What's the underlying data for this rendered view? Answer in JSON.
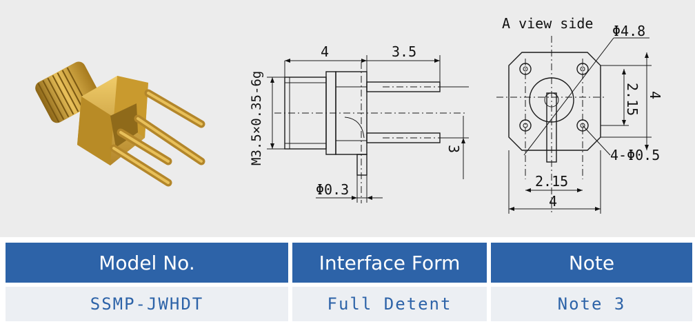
{
  "drawing": {
    "view_title": "A view side",
    "dim_top_left": "4",
    "dim_top_right": "3.5",
    "thread_label": "M3.5×0.35-6g",
    "dim_right_3": "3",
    "pin_dia": "Φ0.3",
    "phi_outer": "Φ4.8",
    "dim_2_15_vertical": "2.15",
    "dim_4_vertical": "4",
    "holes": "4-Φ0.5",
    "dim_2_15_horizontal": "2.15",
    "dim_4_horizontal": "4",
    "colors": {
      "gold": "#c99a2e",
      "gold_light": "#e8c05a",
      "gold_dark": "#8a6416"
    }
  },
  "table": {
    "headers": [
      "Model No.",
      "Interface Form",
      "Note"
    ],
    "row": [
      "SSMP-JWHDT",
      "Full Detent",
      "Note 3"
    ],
    "colors": {
      "header_bg": "#2d63a8",
      "row_bg": "#eceff3",
      "text_blue": "#2d63a8"
    }
  }
}
